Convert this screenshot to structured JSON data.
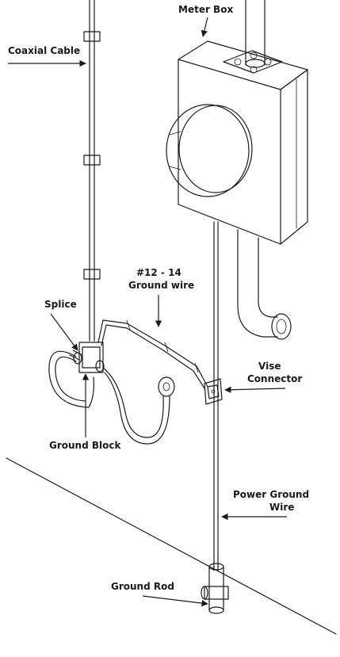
{
  "labels": {
    "meter_box": "Meter Box",
    "coaxial_cable": "Coaxial Cable",
    "ground_wire_line1": "#12 - 14",
    "ground_wire_line2": "Ground wire",
    "splice": "Splice",
    "vise_connector_line1": "Vise",
    "vise_connector_line2": "Connector",
    "ground_block": "Ground Block",
    "power_ground_wire_line1": "Power Ground",
    "power_ground_wire_line2": "Wire",
    "ground_rod": "Ground Rod"
  },
  "colors": {
    "line": "#1a1a1a",
    "background": "#ffffff"
  }
}
